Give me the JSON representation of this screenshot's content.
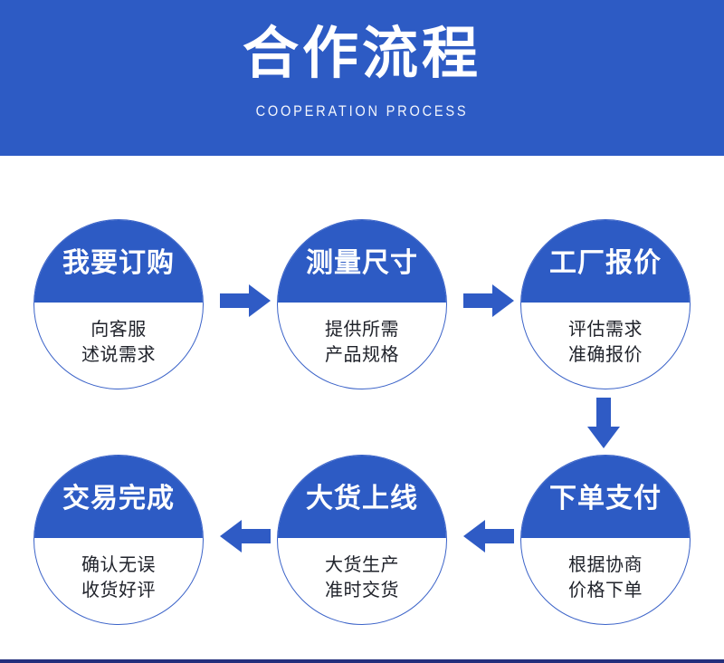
{
  "header": {
    "title": "合作流程",
    "subtitle": "COOPERATION PROCESS",
    "background_color": "#2d5bc4",
    "text_color": "#ffffff"
  },
  "theme": {
    "brand_blue": "#2d5bc4",
    "arrow_blue": "#2f5bc5",
    "rule_navy": "#232f7c",
    "body_text": "#20232b",
    "page_background": "#ffffff"
  },
  "flow": {
    "steps": [
      {
        "index": 1,
        "title": "我要订购",
        "desc_line1": "向客服",
        "desc_line2": "述说需求"
      },
      {
        "index": 2,
        "title": "测量尺寸",
        "desc_line1": "提供所需",
        "desc_line2": "产品规格"
      },
      {
        "index": 3,
        "title": "工厂报价",
        "desc_line1": "评估需求",
        "desc_line2": "准确报价"
      },
      {
        "index": 4,
        "title": "下单支付",
        "desc_line1": "根据协商",
        "desc_line2": "价格下单"
      },
      {
        "index": 5,
        "title": "大货上线",
        "desc_line1": "大货生产",
        "desc_line2": "准时交货"
      },
      {
        "index": 6,
        "title": "交易完成",
        "desc_line1": "确认无误",
        "desc_line2": "收货好评"
      }
    ],
    "connectors": [
      {
        "id": "c1",
        "icon": "arrow-right-icon",
        "from": 1,
        "to": 2
      },
      {
        "id": "c2",
        "icon": "arrow-right-icon",
        "from": 2,
        "to": 3
      },
      {
        "id": "c3",
        "icon": "arrow-down-icon",
        "from": 3,
        "to": 4
      },
      {
        "id": "c4",
        "icon": "arrow-left-icon",
        "from": 4,
        "to": 5
      },
      {
        "id": "c5",
        "icon": "arrow-left-icon",
        "from": 5,
        "to": 6
      }
    ]
  }
}
